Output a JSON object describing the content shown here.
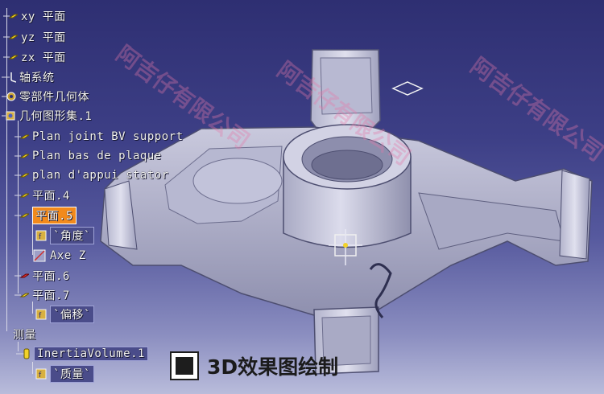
{
  "tree": {
    "items": [
      {
        "label": "xy 平面",
        "icon": "plane-icon"
      },
      {
        "label": "yz 平面",
        "icon": "plane-icon"
      },
      {
        "label": "zx 平面",
        "icon": "plane-icon"
      },
      {
        "label": "轴系统",
        "icon": "axis-system-icon"
      },
      {
        "label": "零部件几何体",
        "icon": "gear-icon"
      },
      {
        "label": "几何图形集.1",
        "icon": "geometric-set-icon"
      },
      {
        "label": "Plan joint BV support",
        "icon": "plane-icon"
      },
      {
        "label": "Plan bas de plaque",
        "icon": "plane-icon"
      },
      {
        "label": "plan d'appui stator",
        "icon": "plane-icon"
      },
      {
        "label": "平面.4",
        "icon": "plane-icon"
      },
      {
        "label": "平面.5",
        "icon": "plane-icon",
        "selected": true
      },
      {
        "label": "`角度`",
        "icon": "parameter-icon"
      },
      {
        "label": "Axe Z",
        "icon": "line-icon"
      },
      {
        "label": "平面.6",
        "icon": "plane-red-icon"
      },
      {
        "label": "平面.7",
        "icon": "plane-icon"
      },
      {
        "label": "`偏移`",
        "icon": "parameter-icon"
      },
      {
        "label": "测量",
        "icon": "none"
      },
      {
        "label": "InertiaVolume.1",
        "icon": "measure-icon"
      },
      {
        "label": "`质量`",
        "icon": "parameter-icon"
      }
    ]
  },
  "watermark": "阿吉仔有限公司",
  "caption": {
    "text": "3D效果图绘制"
  },
  "colors": {
    "background_top": "#2e2f72",
    "background_bottom": "#b9bcdb",
    "selection": "#f28a1c",
    "plane_icon": "#f2d22a"
  }
}
